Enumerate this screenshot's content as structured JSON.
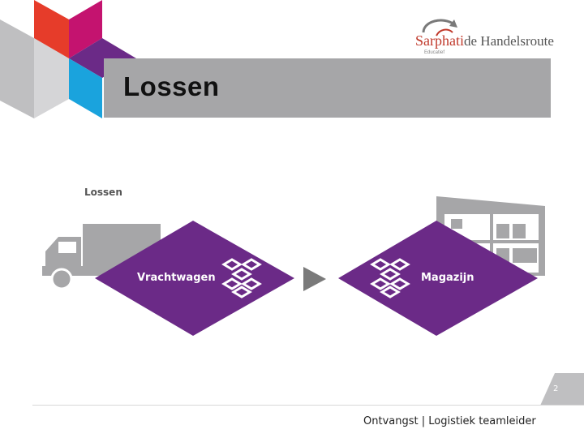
{
  "slide": {
    "title": "Lossen",
    "page_number": "2",
    "footer": "Ontvangst | Logistiek teamleider"
  },
  "logo": {
    "brand": "Sarphati",
    "name": "de Handelsroute",
    "subtitle": "Educatief"
  },
  "diagram": {
    "caption": "Lossen",
    "source_label": "Vrachtwagen",
    "target_label": "Magazijn",
    "source_icon": "truck-icon",
    "target_icon": "warehouse-shelf-icon",
    "box_icon": "boxes-icon",
    "arrow_icon": "arrow-right-icon"
  },
  "colors": {
    "accent_purple": "#6b2a87",
    "title_band_gray": "#a6a6a8",
    "icon_gray": "#a6a6a8",
    "corner_red": "#e63c2a",
    "corner_magenta": "#c4136f",
    "corner_blue": "#1aa3dd",
    "corner_purple": "#6b2a87"
  }
}
